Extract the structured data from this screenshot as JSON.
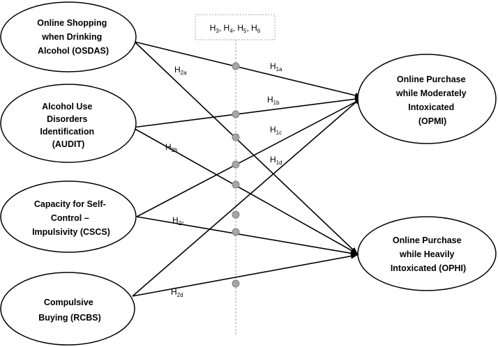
{
  "nodes": {
    "osdas": {
      "lines": [
        "Online Shopping",
        "when Drinking",
        "Alcohol (OSDAS)"
      ]
    },
    "audit": {
      "lines": [
        "Alcohol Use",
        "Disorders",
        "Identification",
        "(AUDIT)"
      ]
    },
    "cscs": {
      "lines": [
        "Capacity for Self-",
        "Control –",
        "Impulsivity (CSCS)"
      ]
    },
    "rcbs": {
      "lines": [
        "Compulsive",
        "Buying (RCBS)"
      ]
    },
    "opmi": {
      "lines": [
        "Online Purchase",
        "while Moderately",
        "Intoxicated",
        "(OPMI)"
      ]
    },
    "ophi": {
      "lines": [
        "Online Purchase",
        "while Heavily",
        "Intoxicated (OPHI)"
      ]
    }
  },
  "moderator_box": {
    "items": [
      {
        "main": "H",
        "sub": "3"
      },
      {
        "main": "H",
        "sub": "4"
      },
      {
        "main": "H",
        "sub": "5"
      },
      {
        "main": "H",
        "sub": "6"
      }
    ]
  },
  "hypotheses": {
    "h1a": {
      "main": "H",
      "sub": "1a"
    },
    "h1b": {
      "main": "H",
      "sub": "1b"
    },
    "h1c": {
      "main": "H",
      "sub": "1c"
    },
    "h1d": {
      "main": "H",
      "sub": "1d"
    },
    "h2a": {
      "main": "H",
      "sub": "2a"
    },
    "h2b": {
      "main": "H",
      "sub": "2b"
    },
    "h2c": {
      "main": "H",
      "sub": "2c"
    },
    "h2d": {
      "main": "H",
      "sub": "2d"
    }
  },
  "colors": {
    "line": "#000000",
    "dot_fill": "#a6a6a6",
    "dot_stroke": "#7f7f7f",
    "moderator_line": "#a6a6a6"
  }
}
